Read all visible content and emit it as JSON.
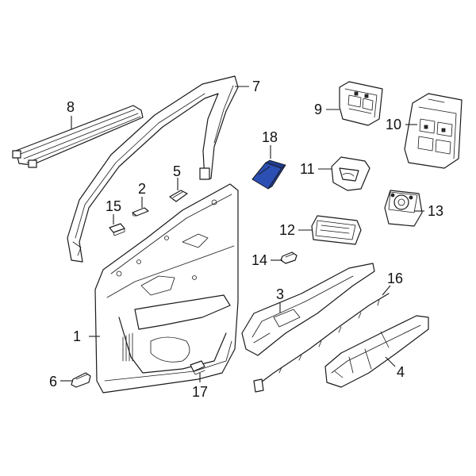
{
  "highlight_color": "#2b4fb3",
  "callouts": [
    {
      "id": "1",
      "label": "1"
    },
    {
      "id": "2",
      "label": "2"
    },
    {
      "id": "3",
      "label": "3"
    },
    {
      "id": "4",
      "label": "4"
    },
    {
      "id": "5",
      "label": "5"
    },
    {
      "id": "6",
      "label": "6"
    },
    {
      "id": "7",
      "label": "7"
    },
    {
      "id": "8",
      "label": "8"
    },
    {
      "id": "9",
      "label": "9"
    },
    {
      "id": "10",
      "label": "10"
    },
    {
      "id": "11",
      "label": "11"
    },
    {
      "id": "12",
      "label": "12"
    },
    {
      "id": "13",
      "label": "13"
    },
    {
      "id": "14",
      "label": "14"
    },
    {
      "id": "15",
      "label": "15"
    },
    {
      "id": "16",
      "label": "16"
    },
    {
      "id": "17",
      "label": "17"
    },
    {
      "id": "18",
      "label": "18"
    }
  ]
}
